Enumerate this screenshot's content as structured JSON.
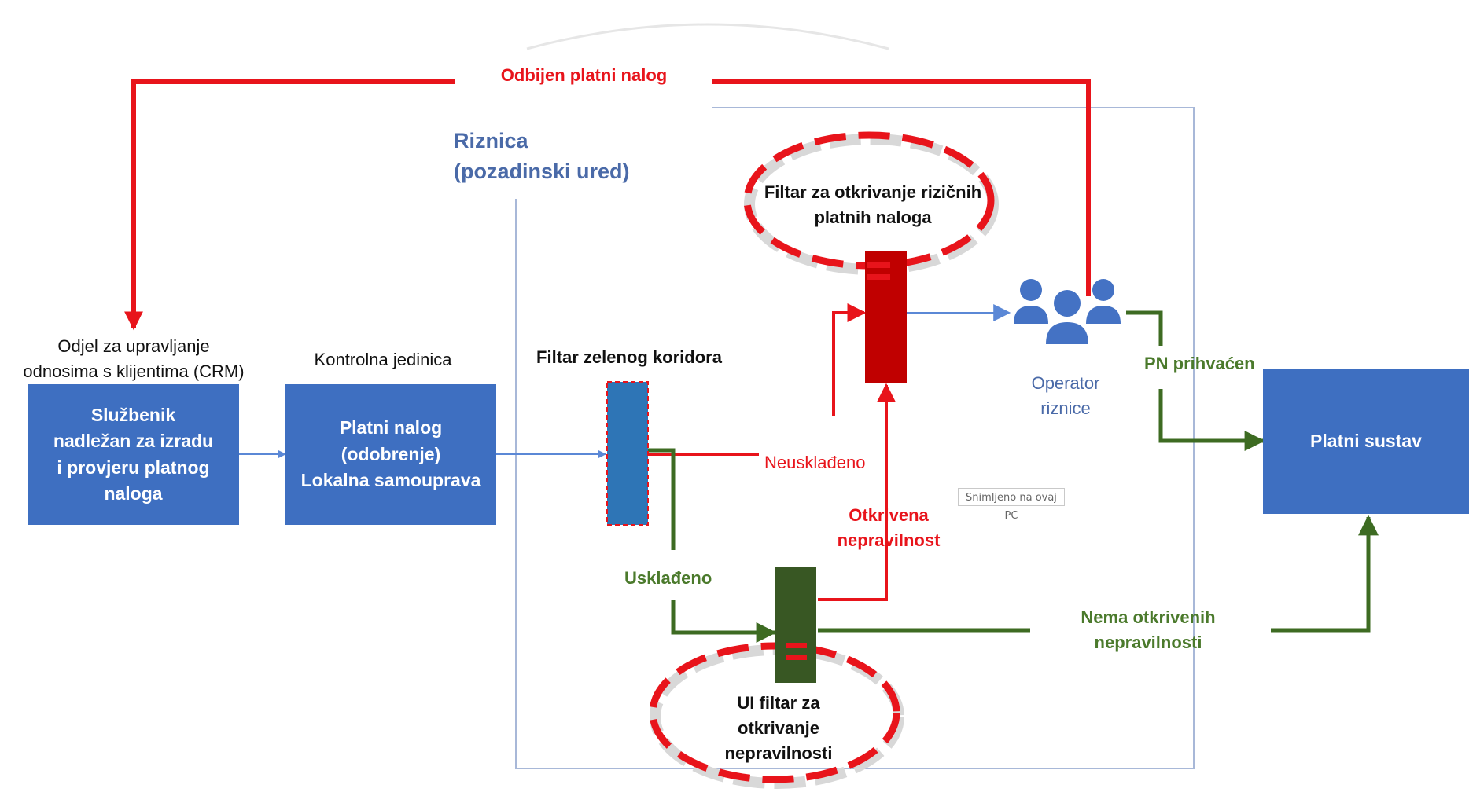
{
  "top_feedback": {
    "label": "Odbijen platni nalog"
  },
  "riznica": {
    "title": "Riznica\n(pozadinski ured)"
  },
  "crm": {
    "heading": "Odjel za upravljanje\nodnosima s klijentima (CRM)",
    "box": "Službenik\nnadležan za izradu\ni provjeru platnog\nnaloga"
  },
  "control": {
    "heading": "Kontrolna jedinica",
    "box": "Platni nalog\n(odobrenje)\nLokalna samouprava"
  },
  "green_filter": {
    "label": "Filtar zelenog koridora"
  },
  "risk_filter": {
    "label": "Filtar za otkrivanje rizičnih\nplatnih naloga"
  },
  "ai_filter": {
    "label": "UI filtar za\notkrivanje\nnepravilnosti"
  },
  "edges": {
    "neuskladeno": "Neusklađeno",
    "uskladeno": "Usklađeno",
    "otkrivena": "Otkrivena\nnepravilnost",
    "pn_prihvacen": "PN prihvaćen",
    "nema": "Nema otkrivenih\nnepravilnosti"
  },
  "operator": {
    "label": "Operator\nriznice",
    "icon": "users-group-icon"
  },
  "payment_system": {
    "box": "Platni sustav"
  },
  "watermark": {
    "text": "Snimljeno na ovaj PC"
  },
  "colors": {
    "box_blue": "#3e6fc1",
    "arrow_blue": "#5b88d6",
    "red": "#e8141b",
    "dark_red": "#c00000",
    "green": "#3d6b22",
    "filter_blue": "#2e75b6",
    "ai_filter_green": "#385723",
    "frame": "#a8b8d8"
  }
}
